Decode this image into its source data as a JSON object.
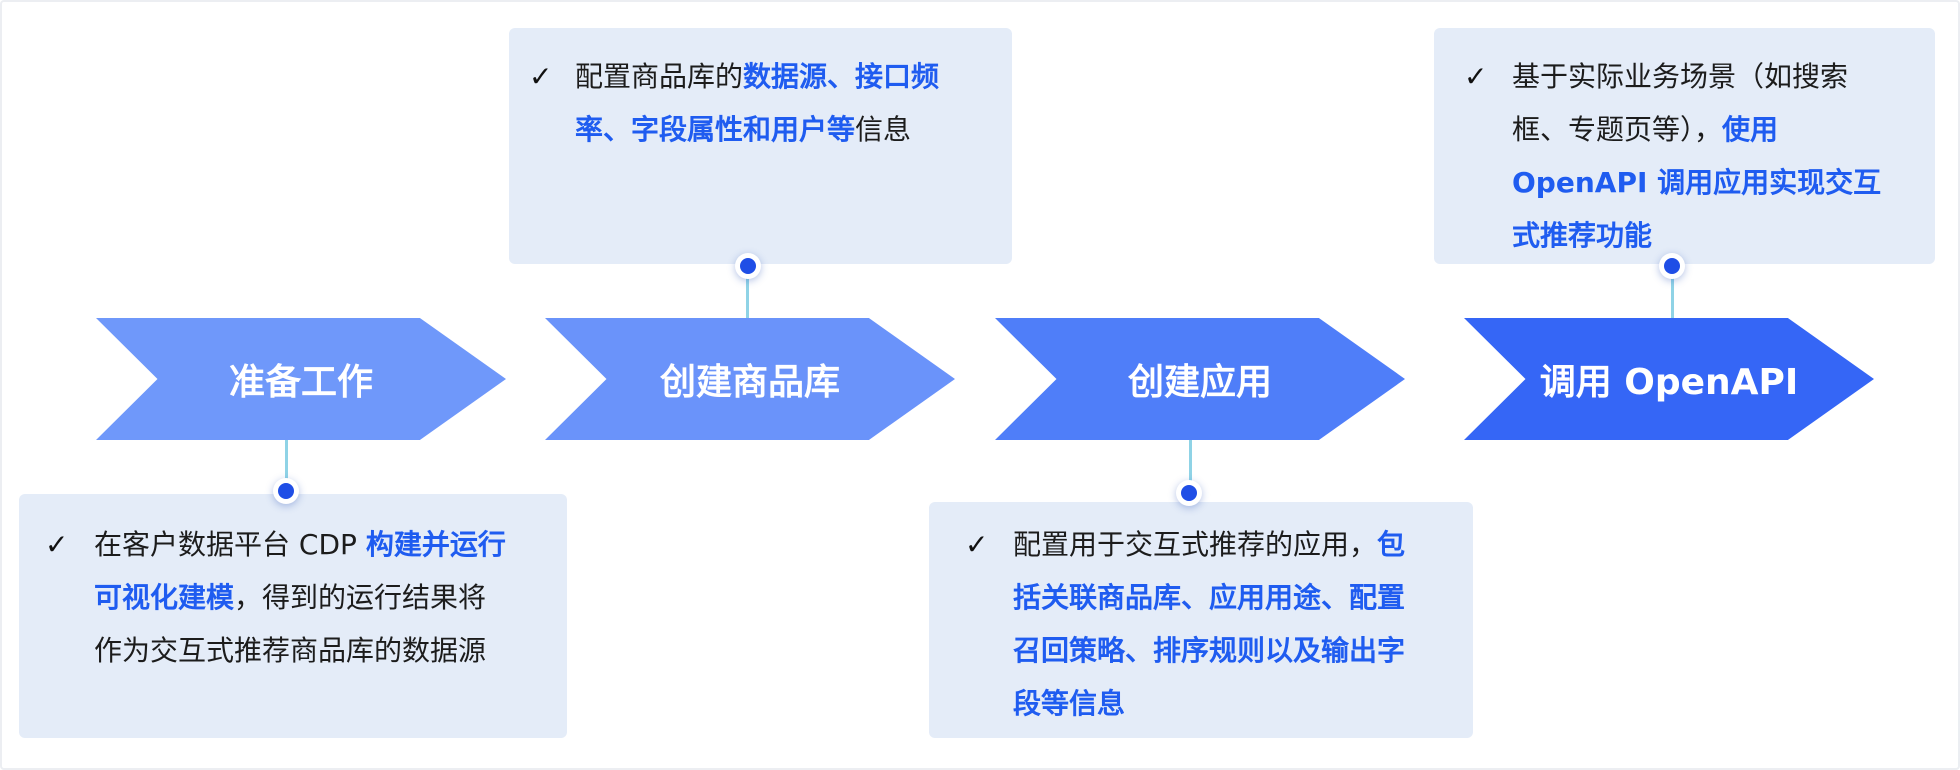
{
  "steps": [
    {
      "label": "准备工作",
      "color": "#6f98fa"
    },
    {
      "label": "创建商品库",
      "color": "#6a93fa"
    },
    {
      "label": "创建应用",
      "color": "#4f7ef9"
    },
    {
      "label": "调用 OpenAPI",
      "color": "#3566f6"
    }
  ],
  "cards": {
    "prepare": {
      "check": "✓",
      "lines": [
        {
          "a": "在客户数据平台 CDP ",
          "b": "构建并运行"
        },
        {
          "b": "可视化建模",
          "c": "，得到的运行结果将"
        },
        {
          "a": "作为交互式推荐商品库的数据源"
        }
      ]
    },
    "library": {
      "check": "✓",
      "lines": [
        {
          "a": "配置商品库的",
          "b": "数据源、接口频"
        },
        {
          "b": "率、字段属性和用户等",
          "c": "信息"
        }
      ]
    },
    "app": {
      "check": "✓",
      "lines": [
        {
          "a": "配置用于交互式推荐的应用，",
          "b": "包"
        },
        {
          "b": "括关联商品库、应用用途、配置"
        },
        {
          "b": "召回策略、排序规则以及输出字"
        },
        {
          "b": "段等信息"
        }
      ]
    },
    "openapi": {
      "check": "✓",
      "lines": [
        {
          "a": "基于实际业务场景（如搜索"
        },
        {
          "a": "框、专题页等），",
          "b": "使用"
        },
        {
          "b": "OpenAPI 调用应用实现交互"
        },
        {
          "b": "式推荐功能"
        }
      ]
    }
  }
}
